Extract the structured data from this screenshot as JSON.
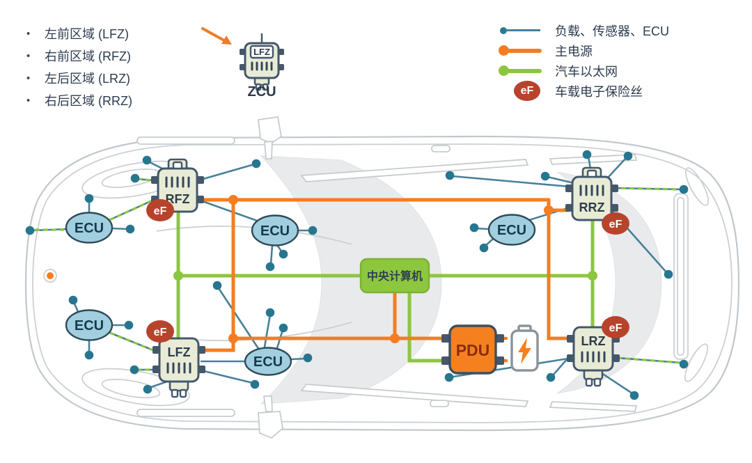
{
  "zones_list": {
    "items": [
      {
        "label": "左前区域 (LFZ)"
      },
      {
        "label": "右前区域 (RFZ)"
      },
      {
        "label": "左后区域 (LRZ)"
      },
      {
        "label": "右后区域 (RRZ)"
      }
    ]
  },
  "zcu_callout": {
    "chip_label": "LFZ",
    "caption": "ZCU"
  },
  "legend": {
    "items": [
      {
        "label": "负载、传感器、ECU",
        "swatch": "line",
        "color": "#44809a"
      },
      {
        "label": "主电源",
        "swatch": "line",
        "color": "#f57d1f"
      },
      {
        "label": "汽车以太网",
        "swatch": "line",
        "color": "#8cc63e"
      },
      {
        "label": "车载电子保险丝",
        "swatch": "badge",
        "badge": "eF",
        "color": "#b8432c"
      }
    ]
  },
  "diagram": {
    "central_computer_label": "中央计算机",
    "pdu_label": "PDU",
    "ecu_label": "ECU",
    "fuse_label": "eF",
    "zones": {
      "front_right": "RFZ",
      "rear_right": "RRZ",
      "front_left": "LFZ",
      "rear_left": "LRZ"
    }
  },
  "colors": {
    "sensor_line": "#47809a",
    "sensor_dot": "#27768f",
    "power_orange": "#f57d1f",
    "ethernet_green": "#8cc63e",
    "fuse_red": "#b8432c",
    "ecu_fill": "#a2cfdf",
    "zone_fill": "#e8ecd6",
    "slate_outline": "#44576b",
    "car_line": "#c2c7cb",
    "glass_gray": "#e9eaec"
  }
}
